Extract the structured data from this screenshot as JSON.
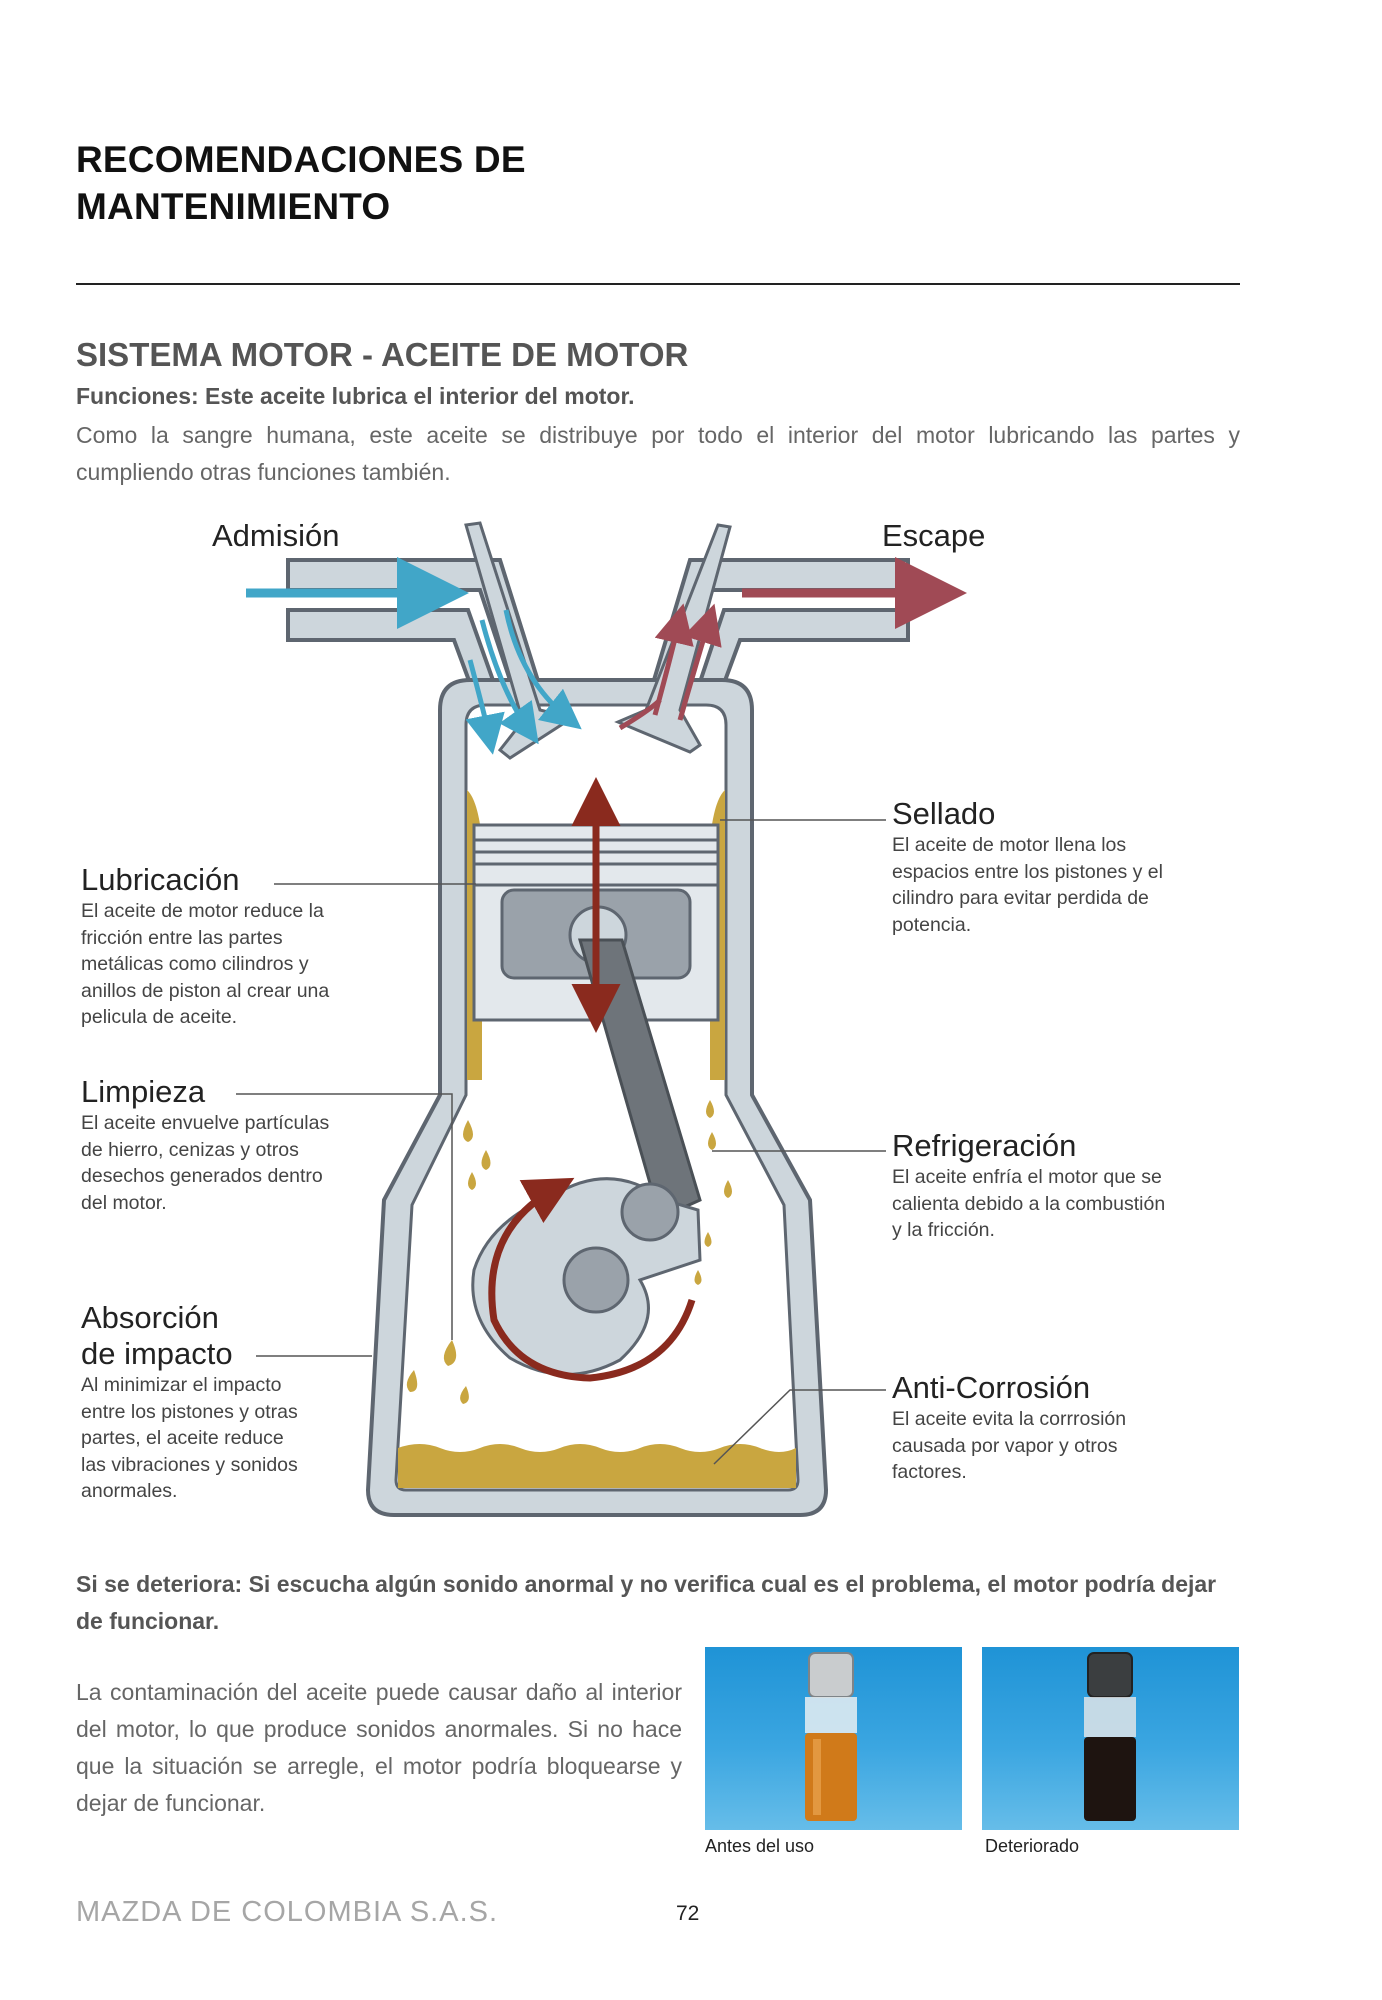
{
  "header": {
    "title_line1": "RECOMENDACIONES DE",
    "title_line2": "MANTENIMIENTO"
  },
  "section": {
    "title": "SISTEMA MOTOR - ACEITE DE MOTOR",
    "functions": "Funciones: Este aceite lubrica el interior del motor.",
    "intro": "Como la sangre humana, este aceite se distribuye por todo el interior del motor lubricando las partes y cumpliendo otras funciones también."
  },
  "diagram": {
    "intake_label": "Admisión",
    "exhaust_label": "Escape",
    "labels": {
      "lubricacion": {
        "title": "Lubricación",
        "lines": [
          "El aceite de motor reduce la",
          "fricción entre las partes",
          "metálicas como cilindros y",
          "anillos de piston al crear una",
          "pelicula de aceite."
        ]
      },
      "limpieza": {
        "title": "Limpieza",
        "lines": [
          "El aceite envuelve partículas",
          "de hierro, cenizas y otros",
          "desechos generados dentro",
          "del motor."
        ]
      },
      "absorcion": {
        "title_line1": "Absorción",
        "title_line2": "de impacto",
        "lines": [
          "Al minimizar el impacto",
          "entre los pistones y otras",
          "partes, el aceite reduce",
          "las vibraciones y sonidos",
          "anormales."
        ]
      },
      "sellado": {
        "title": "Sellado",
        "lines": [
          "El aceite de motor llena los",
          "espacios entre los pistones y el",
          "cilindro para evitar perdida de",
          "potencia."
        ]
      },
      "refrigeracion": {
        "title": "Refrigeración",
        "lines": [
          "El aceite enfría el motor que se",
          "calienta debido a la combustión",
          "y la fricción."
        ]
      },
      "anticorrosion": {
        "title": "Anti-Corrosión",
        "lines": [
          "El aceite evita la corrrosión",
          "causada por vapor y otros",
          "factores."
        ]
      }
    },
    "colors": {
      "block_fill": "#cdd6dc",
      "block_stroke": "#5e6670",
      "oil": "#c9a640",
      "intake_arrow": "#41a6c8",
      "exhaust_arrow": "#a04a55",
      "motion_arrow": "#8a2a1e",
      "piston": "#9aa2aa",
      "rod": "#6e747a"
    }
  },
  "warning": "Si se deteriora: Si escucha algún sonido anormal y no verifica cual es el problema, el motor podría dejar de funcionar.",
  "contamination": "La contaminación del aceite puede causar daño al interior del motor, lo que produce sonidos anormales. Si no hace que la situación se arregle, el motor podría bloquearse y dejar de funcionar.",
  "photos": [
    {
      "caption": "Antes del uso",
      "oil_color": "#d07a1a"
    },
    {
      "caption": "Deteriorado",
      "oil_color": "#1e1410"
    }
  ],
  "footer": {
    "brand": "MAZDA DE COLOMBIA S.A.S.",
    "page": "72"
  }
}
